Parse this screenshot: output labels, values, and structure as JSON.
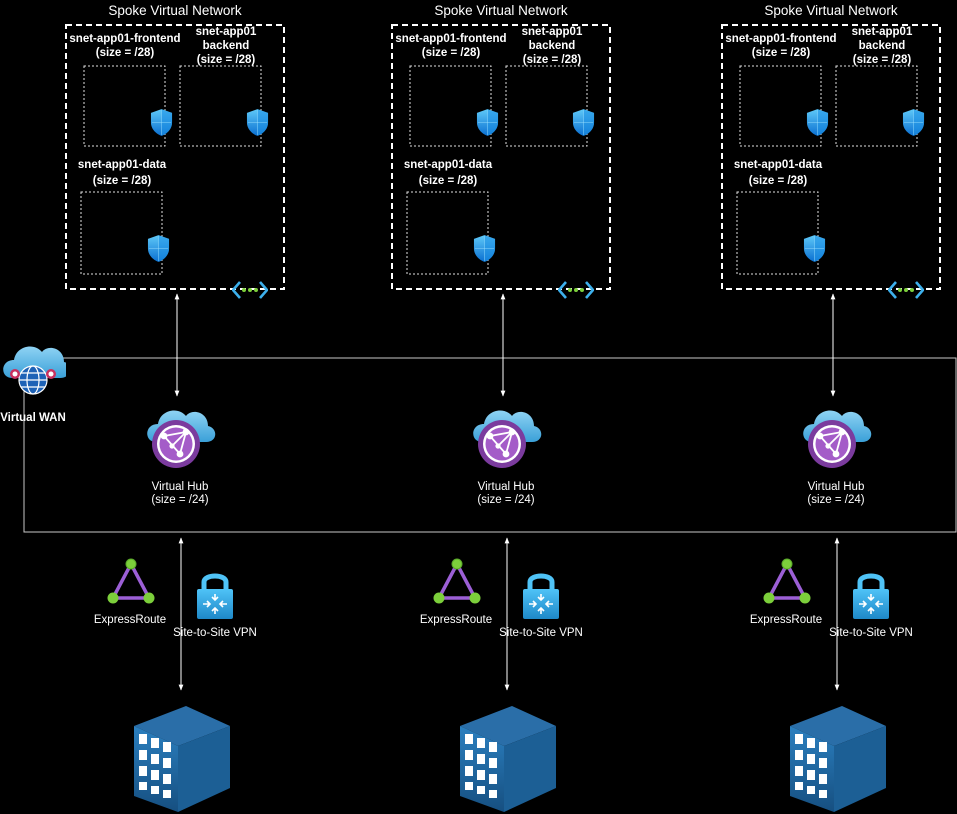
{
  "wan": {
    "label": "Virtual WAN"
  },
  "spokes": [
    {
      "title": "Spoke Virtual Network",
      "frontend": {
        "name": "snet-app01-frontend",
        "size": "(size = /28)"
      },
      "backend": {
        "name_line1": "snet-app01",
        "name_line2": "backend",
        "size": "(size = /28)"
      },
      "data": {
        "name": "snet-app01-data",
        "size": "(size = /28)"
      },
      "hub": {
        "name": "Virtual Hub",
        "size": "(size = /24)"
      },
      "expressroute": "ExpressRoute",
      "vpn": "Site-to-Site VPN"
    },
    {
      "title": "Spoke Virtual Network",
      "frontend": {
        "name": "snet-app01-frontend",
        "size": "(size = /28)"
      },
      "backend": {
        "name_line1": "snet-app01",
        "name_line2": "backend",
        "size": "(size = /28)"
      },
      "data": {
        "name": "snet-app01-data",
        "size": "(size = /28)"
      },
      "hub": {
        "name": "Virtual Hub",
        "size": "(size = /24)"
      },
      "expressroute": "ExpressRoute",
      "vpn": "Site-to-Site VPN"
    },
    {
      "title": "Spoke Virtual Network",
      "frontend": {
        "name": "snet-app01-frontend",
        "size": "(size = /28)"
      },
      "backend": {
        "name_line1": "snet-app01",
        "name_line2": "backend",
        "size": "(size = /28)"
      },
      "data": {
        "name": "snet-app01-data",
        "size": "(size = /28)"
      },
      "hub": {
        "name": "Virtual Hub",
        "size": "(size = /24)"
      },
      "expressroute": "ExpressRoute",
      "vpn": "Site-to-Site VPN"
    }
  ]
}
